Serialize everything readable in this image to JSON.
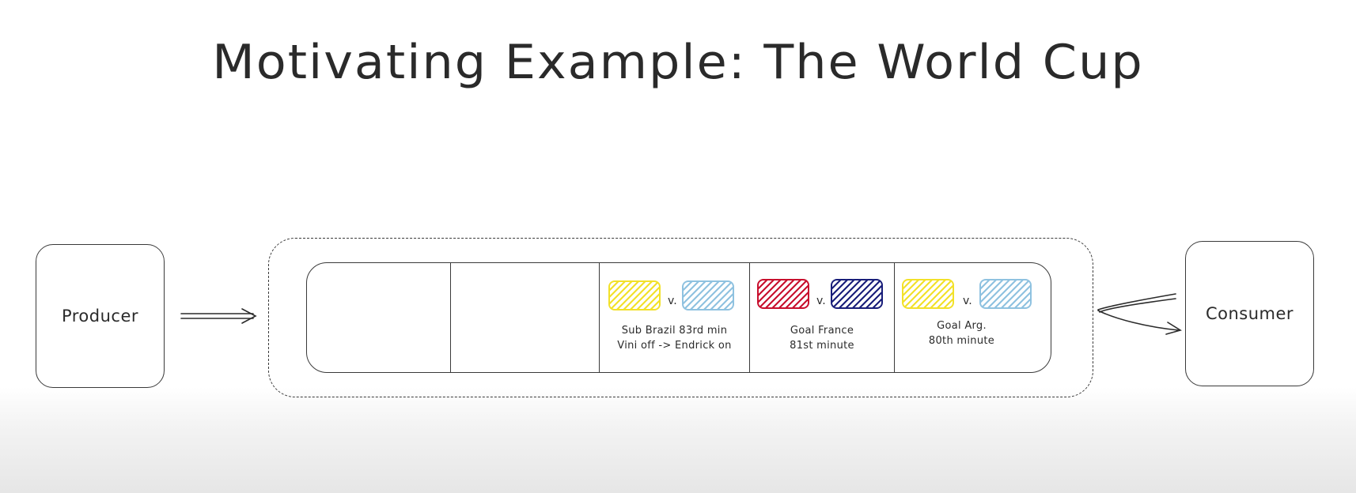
{
  "title": "Motivating Example: The World Cup",
  "producer": {
    "label": "Producer"
  },
  "consumer": {
    "label": "Consumer"
  },
  "events": [
    {
      "flags": [
        "yellow",
        "lightblue"
      ],
      "vs": "v.",
      "lines": [
        "Sub Brazil 83rd min",
        "Vini off -> Endrick on"
      ]
    },
    {
      "flags": [
        "red",
        "navy"
      ],
      "vs": "v.",
      "lines": [
        "Goal France",
        "81st minute"
      ]
    },
    {
      "flags": [
        "yellow",
        "lightblue"
      ],
      "vs": "v.",
      "lines": [
        "Goal Arg.",
        "80th minute"
      ]
    }
  ],
  "colors": {
    "yellow": "#f2e12a",
    "lightblue": "#8fc2e0",
    "red": "#c8102e",
    "navy": "#1a1f7a",
    "stroke": "#3a3a3a"
  }
}
